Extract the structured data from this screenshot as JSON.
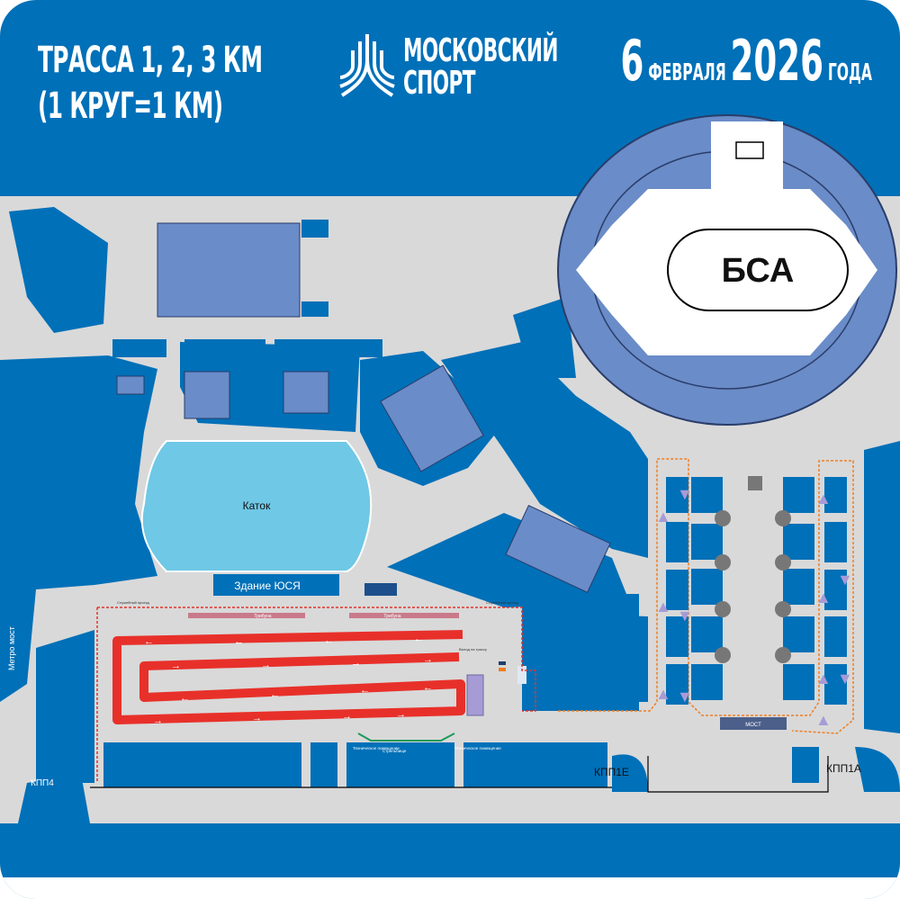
{
  "header": {
    "title_line1": "ТРАССА 1, 2, 3 КМ",
    "title_line2": "(1 КРУГ=1 КМ)",
    "logo_line1": "МОСКОВСКИЙ",
    "logo_line2": "СПОРТ",
    "date_day": "6",
    "date_month": "ФЕВРАЛЯ",
    "date_year": "2026",
    "date_suffix": "ГОДА"
  },
  "map": {
    "stadium_label": "БСА",
    "rink_label": "Каток",
    "building_label": "Здание ЮСЯ",
    "stand_left": "Трибуна",
    "stand_right": "Трибуна",
    "service_left": "Служебный проезд",
    "service_right": "Служебный проезд",
    "track_exit": "Выход на трассу",
    "tech_room_left": "Техническое помещение",
    "shooting_range": "Стрельбище",
    "tech_room_right": "Техническое помещение",
    "bridge_label": "МОСТ",
    "metro_bridge": "Метро мост",
    "gate_kpp4": "КПП4",
    "gate_kpp1e": "КПП1Е",
    "gate_kpp1a": "КПП1А"
  },
  "colors": {
    "background": "#0070b8",
    "ground": "#d9d9d9",
    "building": "#6a8cc8",
    "rink": "#6fc8e6",
    "track": "#e8302a",
    "route": "#f07d20",
    "crowd_arrow": "#a79bd6"
  }
}
